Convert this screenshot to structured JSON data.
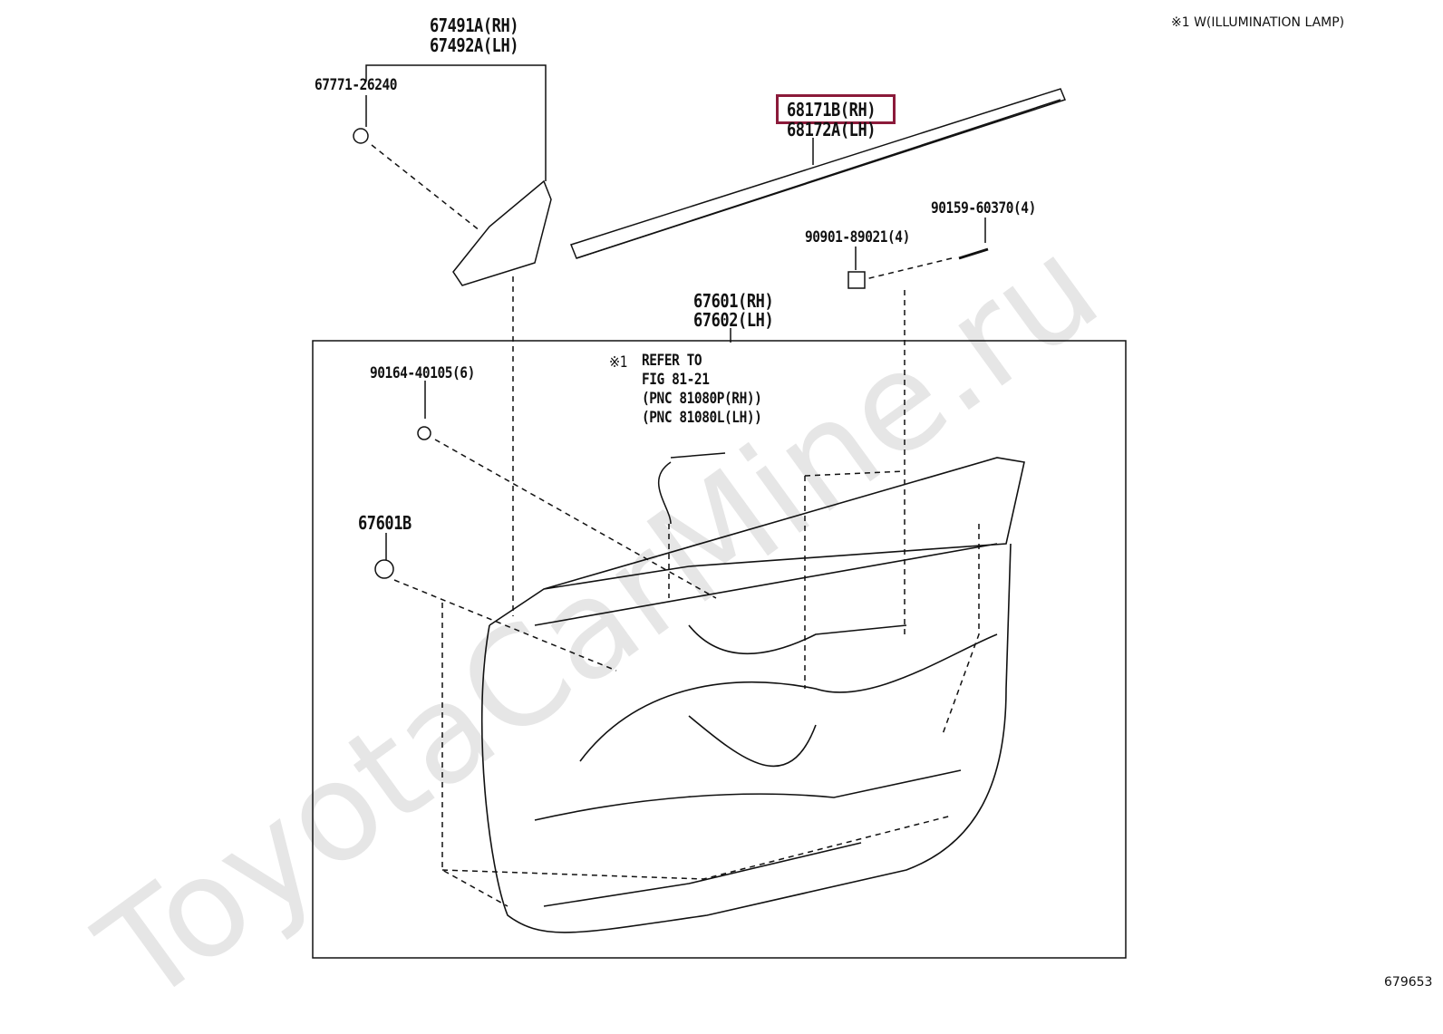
{
  "note": "※1 W(ILLUMINATION LAMP)",
  "figure_number": "679653",
  "watermark": "ToyotaCarMine.ru",
  "highlight_color": "#8b1a3a",
  "labels": {
    "l67491": "67491A(RH)",
    "l67492": "67492A(LH)",
    "l67771": "67771-26240",
    "l68171": "68171B(RH)",
    "l68172": "68172A(LH)",
    "l90159": "90159-60370(4)",
    "l90901": "90901-89021(4)",
    "l67601": "67601(RH)",
    "l67602": "67602(LH)",
    "l90164": "90164-40105(6)",
    "l67601b": "67601B",
    "refer_mark": "※1",
    "refer1": "REFER TO",
    "refer2": "FIG 81-21",
    "refer3": "(PNC 81080P(RH))",
    "refer4": "(PNC 81080L(LH))"
  }
}
